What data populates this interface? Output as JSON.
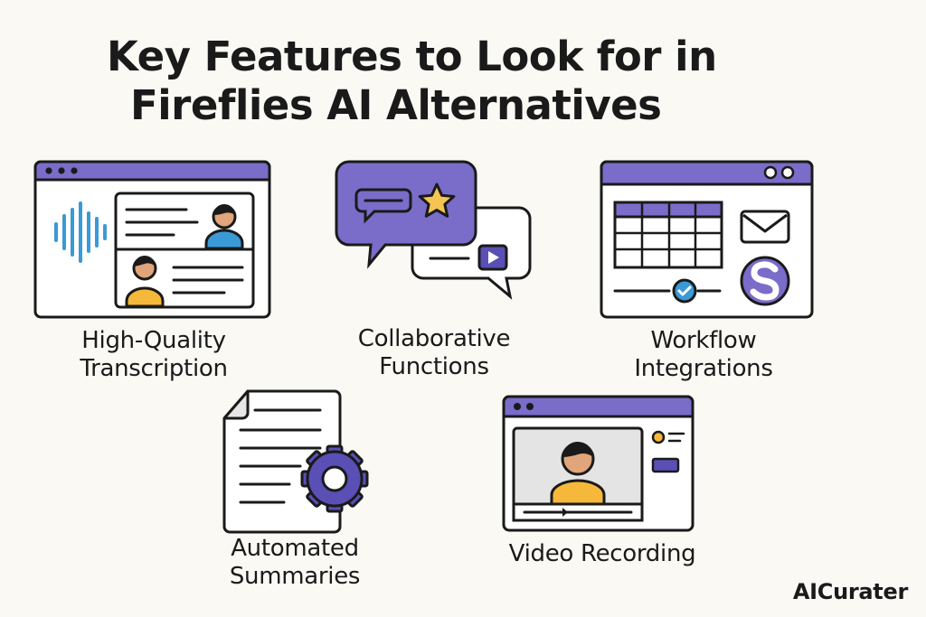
{
  "title": {
    "line1": "Key Features to Look for in",
    "line2": "Fireflies AI Alternatives"
  },
  "features": [
    {
      "line1": "High-Quality",
      "line2": "Transcription",
      "icon": "transcription-window-icon"
    },
    {
      "line1": "Collaborative",
      "line2": "Functions",
      "icon": "chat-bubbles-icon"
    },
    {
      "line1": "Workflow",
      "line2": "Integrations",
      "icon": "integrations-window-icon"
    },
    {
      "line1": "Automated",
      "line2": "Summaries",
      "icon": "document-gear-icon"
    },
    {
      "line1": "Video Recording",
      "line2": "",
      "icon": "video-player-window-icon"
    }
  ],
  "brand": "AICurater",
  "colors": {
    "background": "#faf9f4",
    "purple": "#7a6cc9",
    "purple_dark": "#5a4fb5",
    "blue": "#3a9ad6",
    "yellow": "#f5b83a",
    "outline": "#1a1a1a"
  }
}
